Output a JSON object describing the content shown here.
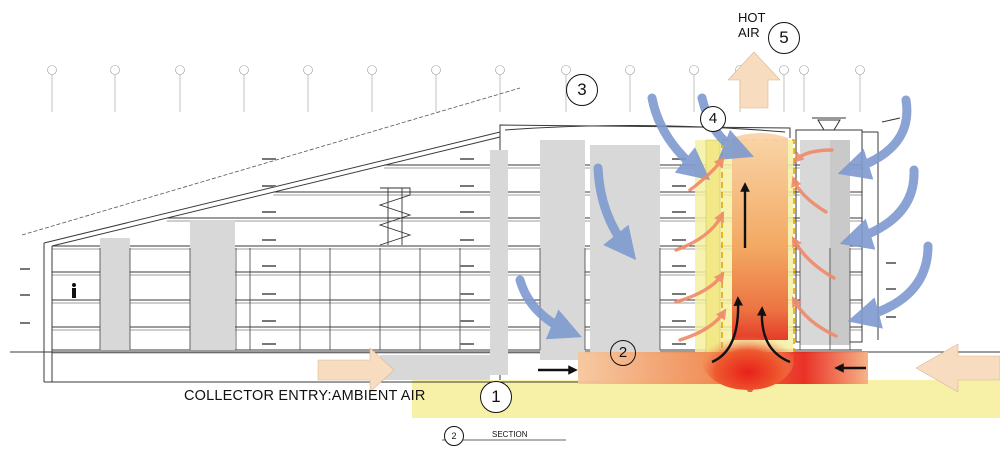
{
  "labels": {
    "hot_air_line1": "HOT",
    "hot_air_line2": "AIR",
    "collector_entry": "COLLECTOR ENTRY:AMBIENT AIR",
    "section": "SECTION"
  },
  "markers": {
    "m1": "1",
    "m2": "2",
    "m3": "3",
    "m4": "4",
    "m5": "5",
    "section_marker": "2"
  },
  "colors": {
    "chimney": "#f5c090",
    "ground_band": "#f7f1a8",
    "cool_arrow": "#7e9ad0",
    "warm_arrow": "#f08a6a",
    "outside_arrow": "#f7dcbf",
    "hot_core": "#e8271c",
    "building_line": "#3a3a3a"
  }
}
